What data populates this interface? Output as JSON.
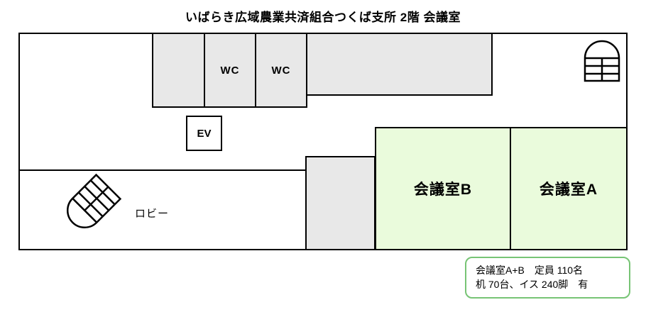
{
  "title": "いばらき広域農業共済組合つくば支所 2階 会議室",
  "rooms": {
    "wc_label": "WC",
    "ev_label": "EV",
    "lobby_label": "ロビー",
    "meeting_room_b_label": "会議室B",
    "meeting_room_a_label": "会議室A"
  },
  "icons": {
    "stairs_top_right": "stairs-icon",
    "stairs_lobby": "stairs-icon-rotated"
  },
  "note": {
    "line1": "会議室A+B　定員 110名",
    "line2": "机 70台、イス 240脚　有"
  },
  "colors": {
    "line": "#000000",
    "room_gray": "#e8e8e8",
    "room_green": "#eafbdc",
    "note_border": "#77c475"
  }
}
